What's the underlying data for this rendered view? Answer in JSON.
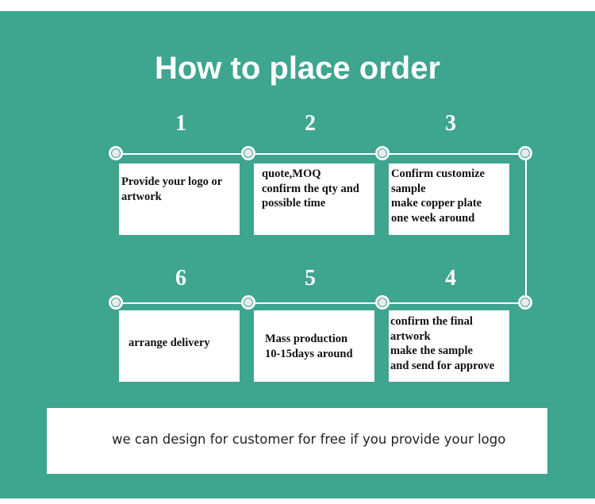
{
  "title": "How to place order",
  "steps": [
    {
      "number": "1",
      "lines": [
        "Provide your logo or",
        "artwork"
      ]
    },
    {
      "number": "2",
      "lines": [
        "quote,MOQ",
        "confirm the qty and",
        "possible time"
      ]
    },
    {
      "number": "3",
      "lines": [
        "Confirm customize",
        "sample",
        "make copper plate",
        "one week around"
      ]
    },
    {
      "number": "4",
      "lines": [
        "confirm the final",
        "artwork",
        "make the sample",
        "and send for approve"
      ]
    },
    {
      "number": "5",
      "lines": [
        "Mass production",
        "10-15days around"
      ]
    },
    {
      "number": "6",
      "lines": [
        "arrange delivery"
      ]
    }
  ],
  "footer": "we can design for customer for free if you provide your logo",
  "colors": {
    "background": "#3ea58f",
    "box": "#ffffff",
    "text": "#111111"
  }
}
